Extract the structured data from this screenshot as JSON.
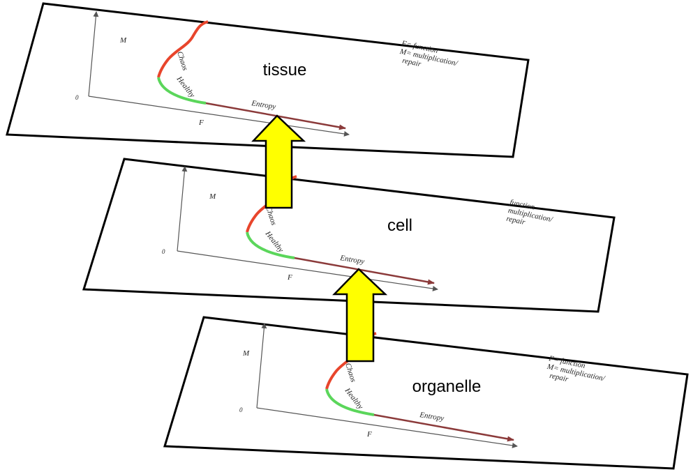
{
  "levels": [
    {
      "id": "tissue",
      "label": "tissue",
      "axes": {
        "y": "M",
        "x": "F",
        "origin": "0"
      },
      "curve_labels": {
        "chaos": "Chaos",
        "healthy": "Healthy",
        "entropy": "Entropy"
      },
      "legend": [
        "F= function",
        "M= multiplication/",
        "repair"
      ]
    },
    {
      "id": "cell",
      "label": "cell",
      "axes": {
        "y": "M",
        "x": "F",
        "origin": "0"
      },
      "curve_labels": {
        "chaos": "Chaos",
        "healthy": "Healthy",
        "entropy": "Entropy"
      },
      "legend": [
        "function",
        "multiplication/",
        "repair"
      ]
    },
    {
      "id": "organelle",
      "label": "organelle",
      "axes": {
        "y": "M",
        "x": "F",
        "origin": "0"
      },
      "curve_labels": {
        "chaos": "Chaos",
        "healthy": "Healthy",
        "entropy": "Entropy"
      },
      "legend": [
        "F= function",
        "M= multiplication/",
        "repair"
      ]
    }
  ],
  "colors": {
    "chaos": "#e8452c",
    "healthy": "#5bd65b",
    "entropy": "#8b3a3a",
    "axis": "#555555",
    "arrow_fill": "#ffff00",
    "arrow_stroke": "#000000",
    "plane_fill": "#ffffff",
    "plane_stroke": "#000000"
  },
  "arrows": [
    {
      "name": "organelle-to-cell-arrow",
      "icon": "up-arrow-icon"
    },
    {
      "name": "cell-to-tissue-arrow",
      "icon": "up-arrow-icon"
    }
  ]
}
